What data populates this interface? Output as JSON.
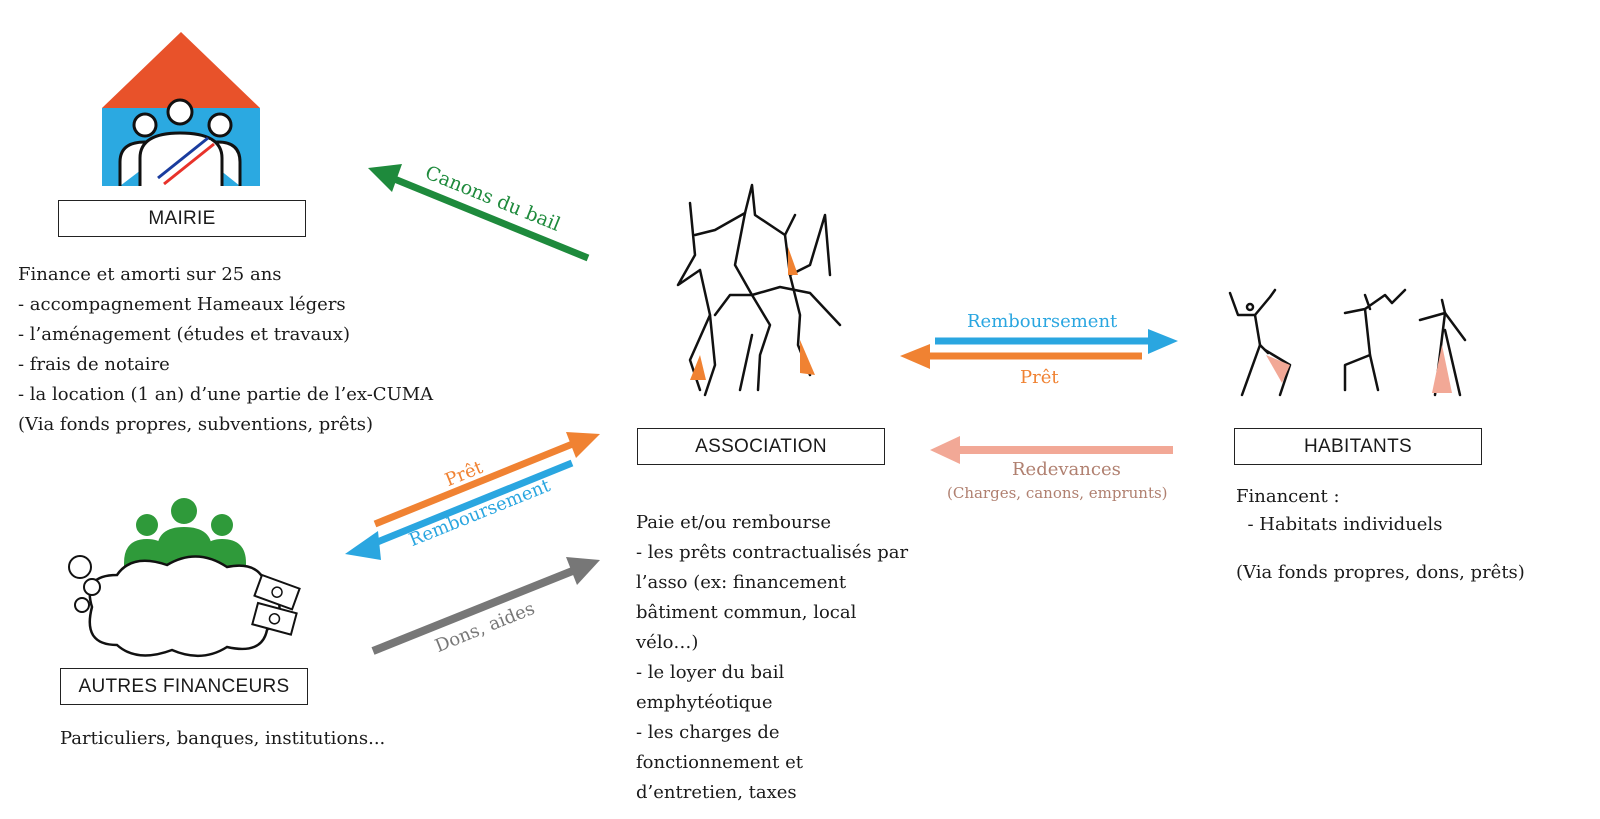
{
  "actors": {
    "mairie": {
      "label": "MAIRIE",
      "lines": [
        "Finance et amorti sur 25 ans",
        "- accompagnement Hameaux légers",
        "- l’aménagement (études et travaux)",
        "- frais de notaire",
        "- la location (1 an) d’une partie de l’ex-CUMA",
        "(Via fonds propres, subventions, prêts)"
      ]
    },
    "autres": {
      "label": "AUTRES FINANCEURS",
      "lines": [
        "Particuliers, banques, institutions..."
      ]
    },
    "association": {
      "label": "ASSOCIATION",
      "lines": [
        "Paie et/ou rembourse",
        "- les prêts contractualisés par",
        "l’asso (ex: financement",
        "bâtiment commun, local",
        "vélo…)",
        "- le loyer du bail",
        "emphytéotique",
        "- les charges de",
        "fonctionnement et",
        "d’entretien, taxes"
      ]
    },
    "habitants": {
      "label": "HABITANTS",
      "lines": [
        "Financent :",
        "  - Habitats individuels",
        "",
        "(Via fonds propres, dons,  prêts)"
      ]
    }
  },
  "flows": {
    "canons": "Canons du bail",
    "remb_habitants": "Remboursement",
    "pret_habitants": "Prêt",
    "redevances": "Redevances",
    "redevances_detail": "(Charges, canons, emprunts)",
    "pret_autres": "Prêt",
    "remb_autres": "Remboursement",
    "dons": "Dons, aides"
  },
  "colors": {
    "green": "#1e8a3c",
    "blue": "#2aa6e0",
    "orange": "#f08232",
    "salmon": "#f2a896",
    "gray": "#777777",
    "roof": "#e8522a",
    "house": "#2ba9e1",
    "crowd": "#2f9a3a"
  }
}
